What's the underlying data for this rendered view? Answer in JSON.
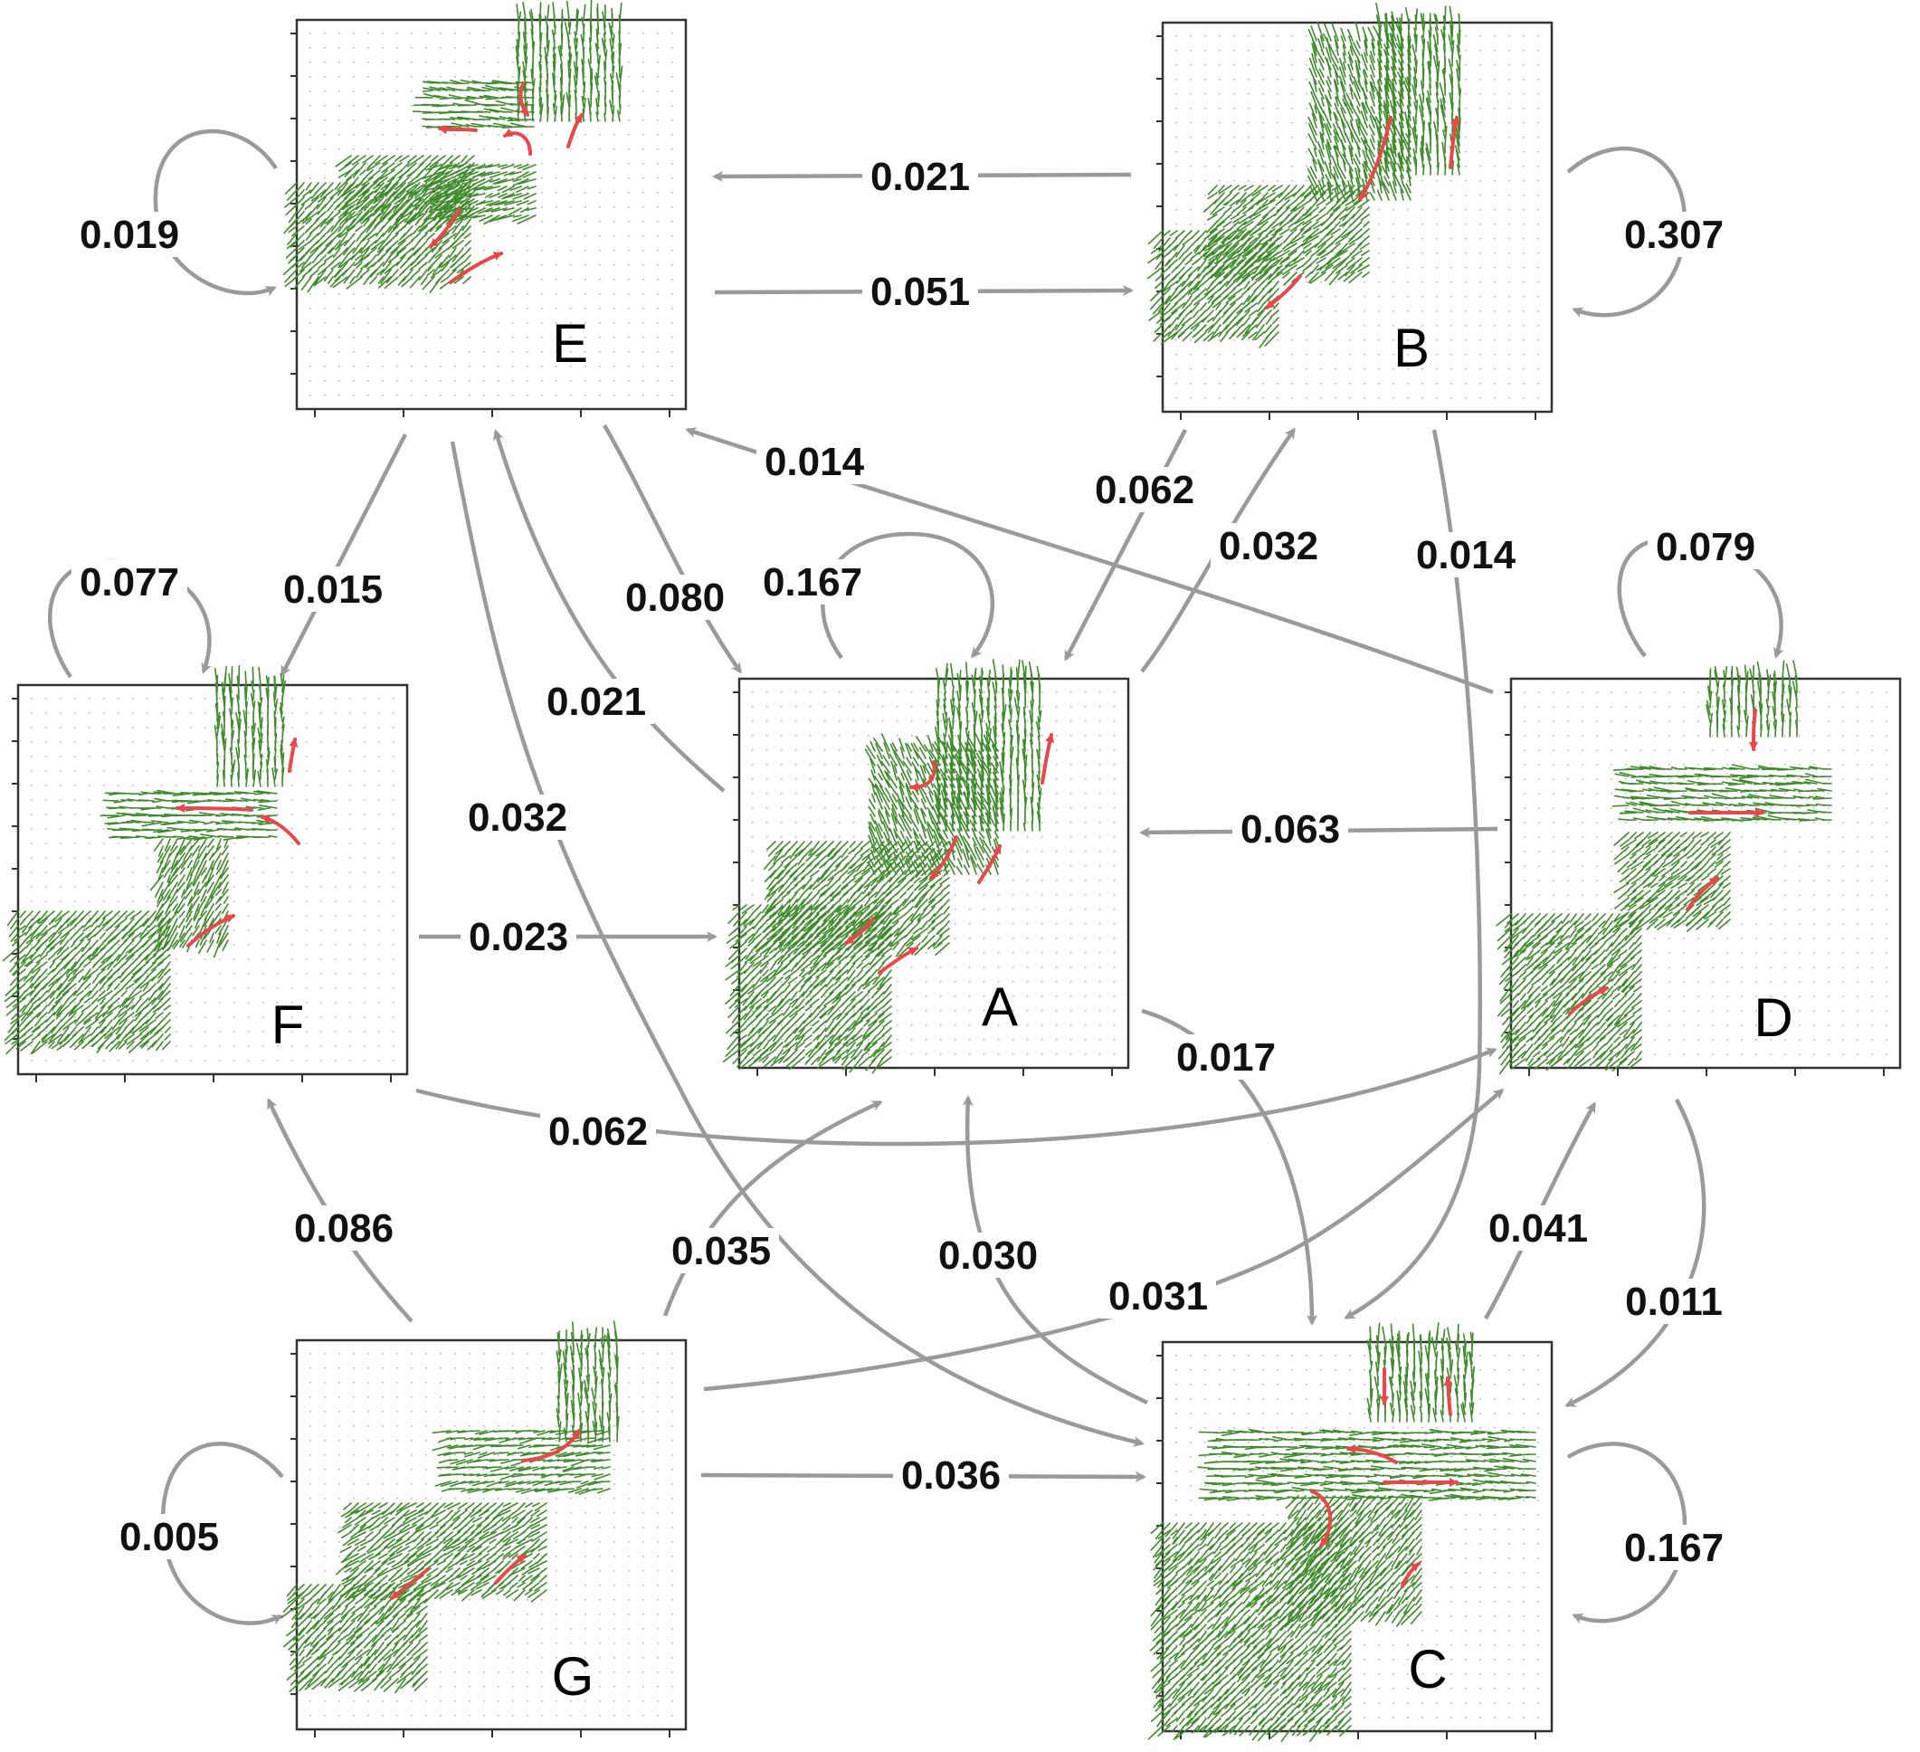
{
  "colors": {
    "edge": "#9a9a9a",
    "flow_vector": "#3f8a2c",
    "dominant_flow_arrow": "#e8474b",
    "grid_dot": "#b8b8b8",
    "frame": "#333333",
    "text": "#111111"
  },
  "panels": [
    {
      "id": "E",
      "label": "E"
    },
    {
      "id": "B",
      "label": "B"
    },
    {
      "id": "F",
      "label": "F"
    },
    {
      "id": "A",
      "label": "A"
    },
    {
      "id": "D",
      "label": "D"
    },
    {
      "id": "G",
      "label": "G"
    },
    {
      "id": "C",
      "label": "C"
    }
  ],
  "transitions": [
    {
      "from": "E",
      "to": "E",
      "probability": "0.019"
    },
    {
      "from": "B",
      "to": "E",
      "probability": "0.021"
    },
    {
      "from": "E",
      "to": "B",
      "probability": "0.051"
    },
    {
      "from": "B",
      "to": "B",
      "probability": "0.307"
    },
    {
      "from": "D",
      "to": "E",
      "probability": "0.014"
    },
    {
      "from": "B",
      "to": "A",
      "probability": "0.062"
    },
    {
      "from": "A",
      "to": "B",
      "probability": "0.032"
    },
    {
      "from": "B",
      "to": "C",
      "probability": "0.014"
    },
    {
      "from": "D",
      "to": "D",
      "probability": "0.079"
    },
    {
      "from": "F",
      "to": "F",
      "probability": "0.077"
    },
    {
      "from": "E",
      "to": "F",
      "probability": "0.015"
    },
    {
      "from": "E",
      "to": "A",
      "probability": "0.080"
    },
    {
      "from": "A",
      "to": "A",
      "probability": "0.167"
    },
    {
      "from": "A",
      "to": "E",
      "probability": "0.021"
    },
    {
      "from": "E",
      "to": "C",
      "probability": "0.032"
    },
    {
      "from": "D",
      "to": "A",
      "probability": "0.063"
    },
    {
      "from": "F",
      "to": "A",
      "probability": "0.023"
    },
    {
      "from": "A",
      "to": "C",
      "probability": "0.017"
    },
    {
      "from": "F",
      "to": "D",
      "probability": "0.062"
    },
    {
      "from": "G",
      "to": "F",
      "probability": "0.086"
    },
    {
      "from": "G",
      "to": "A",
      "probability": "0.035"
    },
    {
      "from": "C",
      "to": "A",
      "probability": "0.030"
    },
    {
      "from": "G",
      "to": "D",
      "probability": "0.031"
    },
    {
      "from": "C",
      "to": "D",
      "probability": "0.041"
    },
    {
      "from": "D",
      "to": "C",
      "probability": "0.011"
    },
    {
      "from": "G",
      "to": "G",
      "probability": "0.005"
    },
    {
      "from": "G",
      "to": "C",
      "probability": "0.036"
    },
    {
      "from": "C",
      "to": "C",
      "probability": "0.167"
    }
  ]
}
